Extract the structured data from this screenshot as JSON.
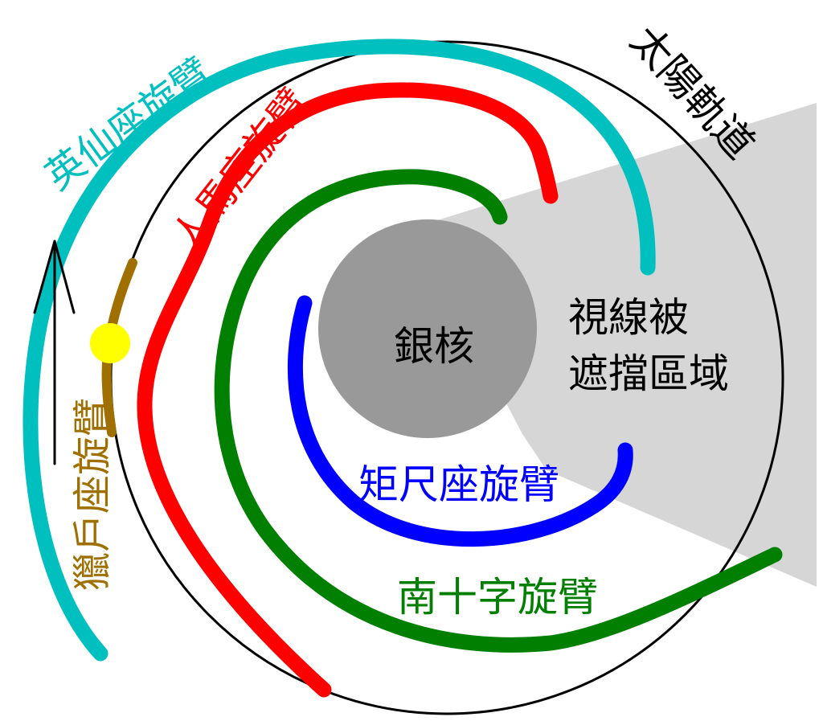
{
  "labels": {
    "solar_orbit": "太陽軌道",
    "core": "銀核",
    "obscured_line1": "視線被",
    "obscured_line2": "遮擋區域",
    "perseus_arm": "英仙座旋臂",
    "sagittarius_arm": "人馬座旋臂",
    "orion_arm": "獵戶座旋臂",
    "norma_arm": "矩尺座旋臂",
    "crux_arm": "南十字旋臂"
  },
  "colors": {
    "perseus": "#00bfbf",
    "sagittarius": "#ff0000",
    "crux": "#007f00",
    "norma": "#0000ff",
    "orion": "#9f6f00",
    "sun": "#ffff00",
    "core": "#999999",
    "obscured_region": "#d6d6d6",
    "orbit": "#000000"
  },
  "icons": {
    "direction": "up-arrow-icon",
    "sun": "sun-icon"
  }
}
